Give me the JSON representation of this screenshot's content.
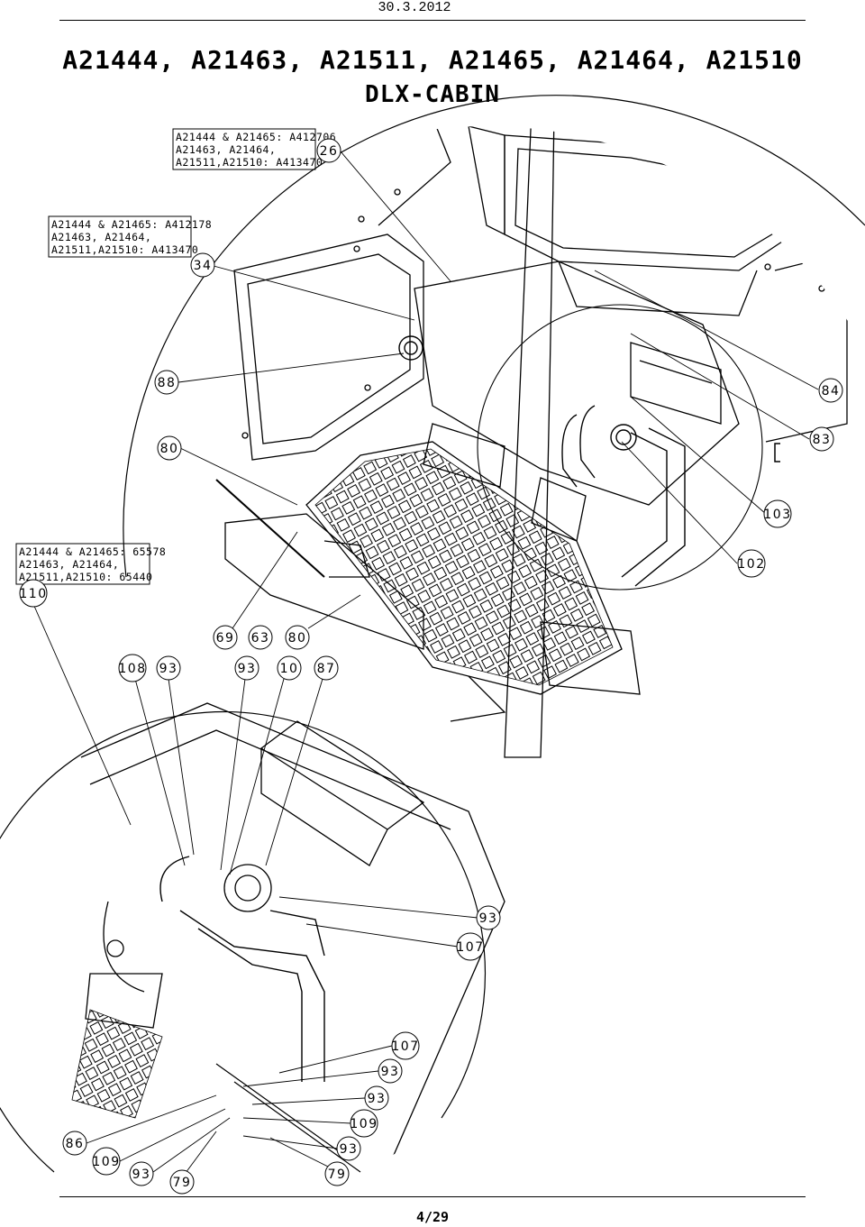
{
  "header": {
    "date": "30.3.2012"
  },
  "title": {
    "line1": "A21444, A21463, A21511, A21465, A21464, A21510",
    "line2": "DLX-CABIN"
  },
  "notes": [
    {
      "id": "note-26",
      "lines": [
        "A21444 & A21465: A412706",
        "A21463, A21464,",
        "A21511,A21510: A413470"
      ]
    },
    {
      "id": "note-34",
      "lines": [
        "A21444 & A21465: A412178",
        "A21463, A21464,",
        "A21511,A21510: A413470"
      ]
    },
    {
      "id": "note-110",
      "lines": [
        "A21444 & A21465: 65578",
        "A21463, A21464,",
        "A21511,A21510: 65440"
      ]
    }
  ],
  "callouts": [
    "26",
    "34",
    "88",
    "84",
    "80",
    "83",
    "103",
    "110",
    "102",
    "69",
    "63",
    "80",
    "108",
    "93",
    "93",
    "10",
    "87",
    "93",
    "107",
    "107",
    "93",
    "93",
    "109",
    "86",
    "109",
    "93",
    "93",
    "79",
    "79"
  ],
  "footer": {
    "page": "4/29"
  }
}
